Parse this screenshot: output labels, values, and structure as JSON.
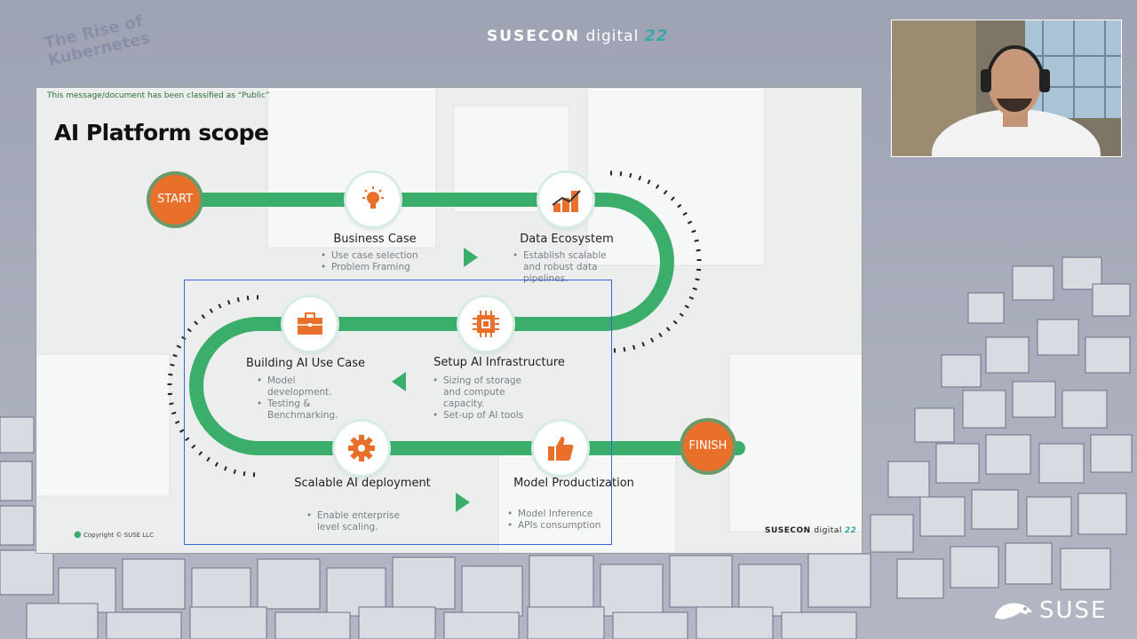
{
  "header": {
    "brand_bold": "SUSECON",
    "brand_light": "digital",
    "brand_year": "22",
    "session_title": "The Rise of Kubernetes"
  },
  "slide": {
    "classification": "This message/document has been classified as “Public”",
    "title": "AI Platform scope",
    "start_label": "START",
    "finish_label": "FINISH",
    "copyright": "Copyright © SUSE LLC",
    "footer_brand_bold": "SUSECON",
    "footer_brand_light": "digital",
    "footer_year": "22",
    "stages": [
      {
        "title": "Business Case",
        "bullets": [
          "Use case selection",
          "Problem Framing"
        ],
        "icon": "lightbulb-icon"
      },
      {
        "title": "Data Ecosystem",
        "bullets": [
          "Establish scalable and robust data pipelines."
        ],
        "icon": "bar-chart-icon"
      },
      {
        "title": "Setup AI Infrastructure",
        "bullets": [
          "Sizing of storage and compute capacity.",
          "Set-up of AI tools"
        ],
        "icon": "cpu-chip-icon"
      },
      {
        "title": "Building AI Use Case",
        "bullets": [
          "Model development.",
          "Testing & Benchmarking."
        ],
        "icon": "briefcase-icon"
      },
      {
        "title": "Scalable AI deployment",
        "bullets": [
          "Enable enterprise level scaling."
        ],
        "icon": "gear-icon"
      },
      {
        "title": "Model Productization",
        "bullets": [
          "Model Inference",
          "APIs consumption"
        ],
        "icon": "thumbs-up-icon"
      }
    ]
  },
  "footer": {
    "logo_text": "SUSE"
  },
  "colors": {
    "accent_green": "#3aae6a",
    "accent_orange": "#e8702a",
    "brand_teal": "#3aa7a9",
    "selection_blue": "#3e63d6"
  }
}
